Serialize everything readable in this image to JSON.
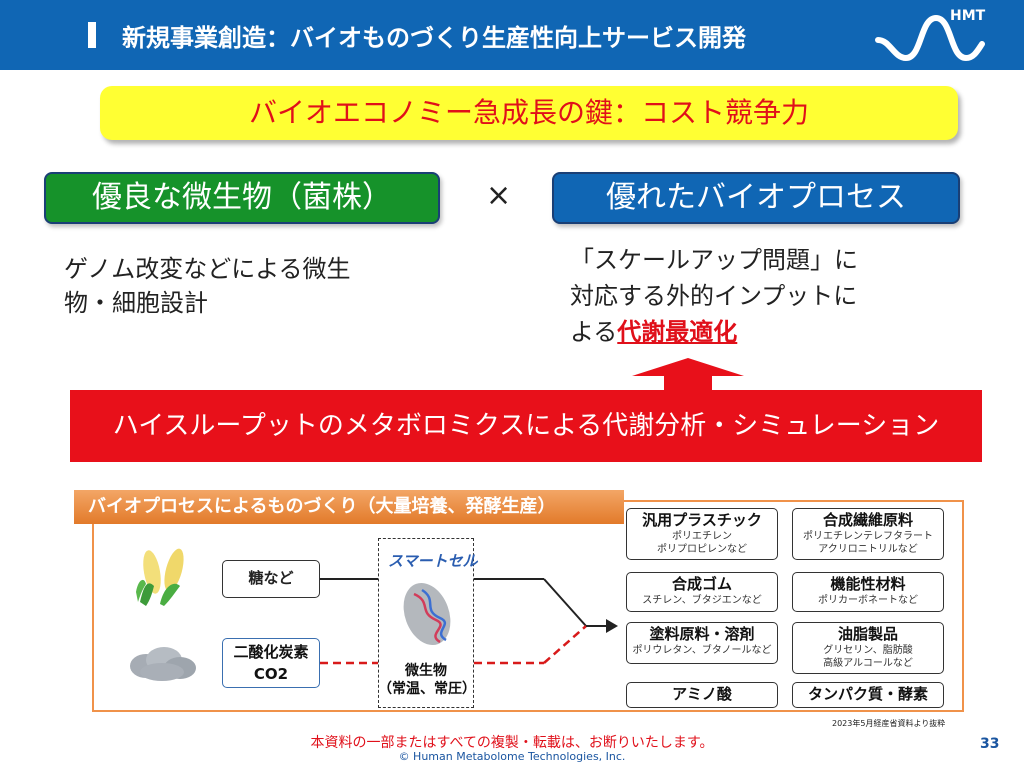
{
  "header": {
    "title": "新規事業創造：バイオものづくり生産性向上サービス開発",
    "logo_text": "HMT"
  },
  "banner": {
    "text": "バイオエコノミー急成長の鍵：コスト競争力"
  },
  "left_pill": {
    "label": "優良な微生物（菌株）"
  },
  "times_symbol": "×",
  "right_pill": {
    "label": "優れたバイオプロセス"
  },
  "left_desc": {
    "line1": "ゲノム改変などによる微生",
    "line2": "物・細胞設計"
  },
  "right_desc": {
    "line1": "「スケールアップ問題」に",
    "line2": "対応する外的インプットに",
    "line3_prefix": "よる",
    "line3_highlight": "代謝最適化"
  },
  "red_banner": {
    "text": "ハイスループットのメタボロミクスによる代謝分析・シミュレーション"
  },
  "panel": {
    "title": "バイオプロセスによるものづくり（大量培養、発酵生産）",
    "sugar_label": "糖など",
    "co2_line1": "二酸化炭素",
    "co2_line2": "CO2",
    "smart_cell_label": "スマートセル",
    "microbe_line1": "微生物",
    "microbe_line2": "（常温、常圧）",
    "products": [
      {
        "title": "汎用プラスチック",
        "sub1": "ポリエチレン",
        "sub2": "ポリプロピレンなど"
      },
      {
        "title": "合成繊維原料",
        "sub1": "ポリエチレンテレフタラート",
        "sub2": "アクリロニトリルなど"
      },
      {
        "title": "合成ゴム",
        "sub1": "スチレン、ブタジエンなど",
        "sub2": ""
      },
      {
        "title": "機能性材料",
        "sub1": "ポリカーボネートなど",
        "sub2": ""
      },
      {
        "title": "塗料原料・溶剤",
        "sub1": "ポリウレタン、ブタノールなど",
        "sub2": ""
      },
      {
        "title": "油脂製品",
        "sub1": "グリセリン、脂肪酸",
        "sub2": "高級アルコールなど"
      },
      {
        "title": "アミノ酸",
        "sub1": "",
        "sub2": ""
      },
      {
        "title": "タンパク質・酵素",
        "sub1": "",
        "sub2": ""
      }
    ]
  },
  "footnote": "2023年5月経産省資料より抜粋",
  "disclaimer": "本資料の一部またはすべての複製・転載は、お断りいたします。",
  "copyright": "© Human Metabolome Technologies, Inc.",
  "page_number": "33",
  "colors": {
    "header_blue": "#1066b4",
    "banner_yellow": "#ffff33",
    "accent_red": "#e0101a",
    "green": "#16922a",
    "orange": "#f0924a"
  }
}
